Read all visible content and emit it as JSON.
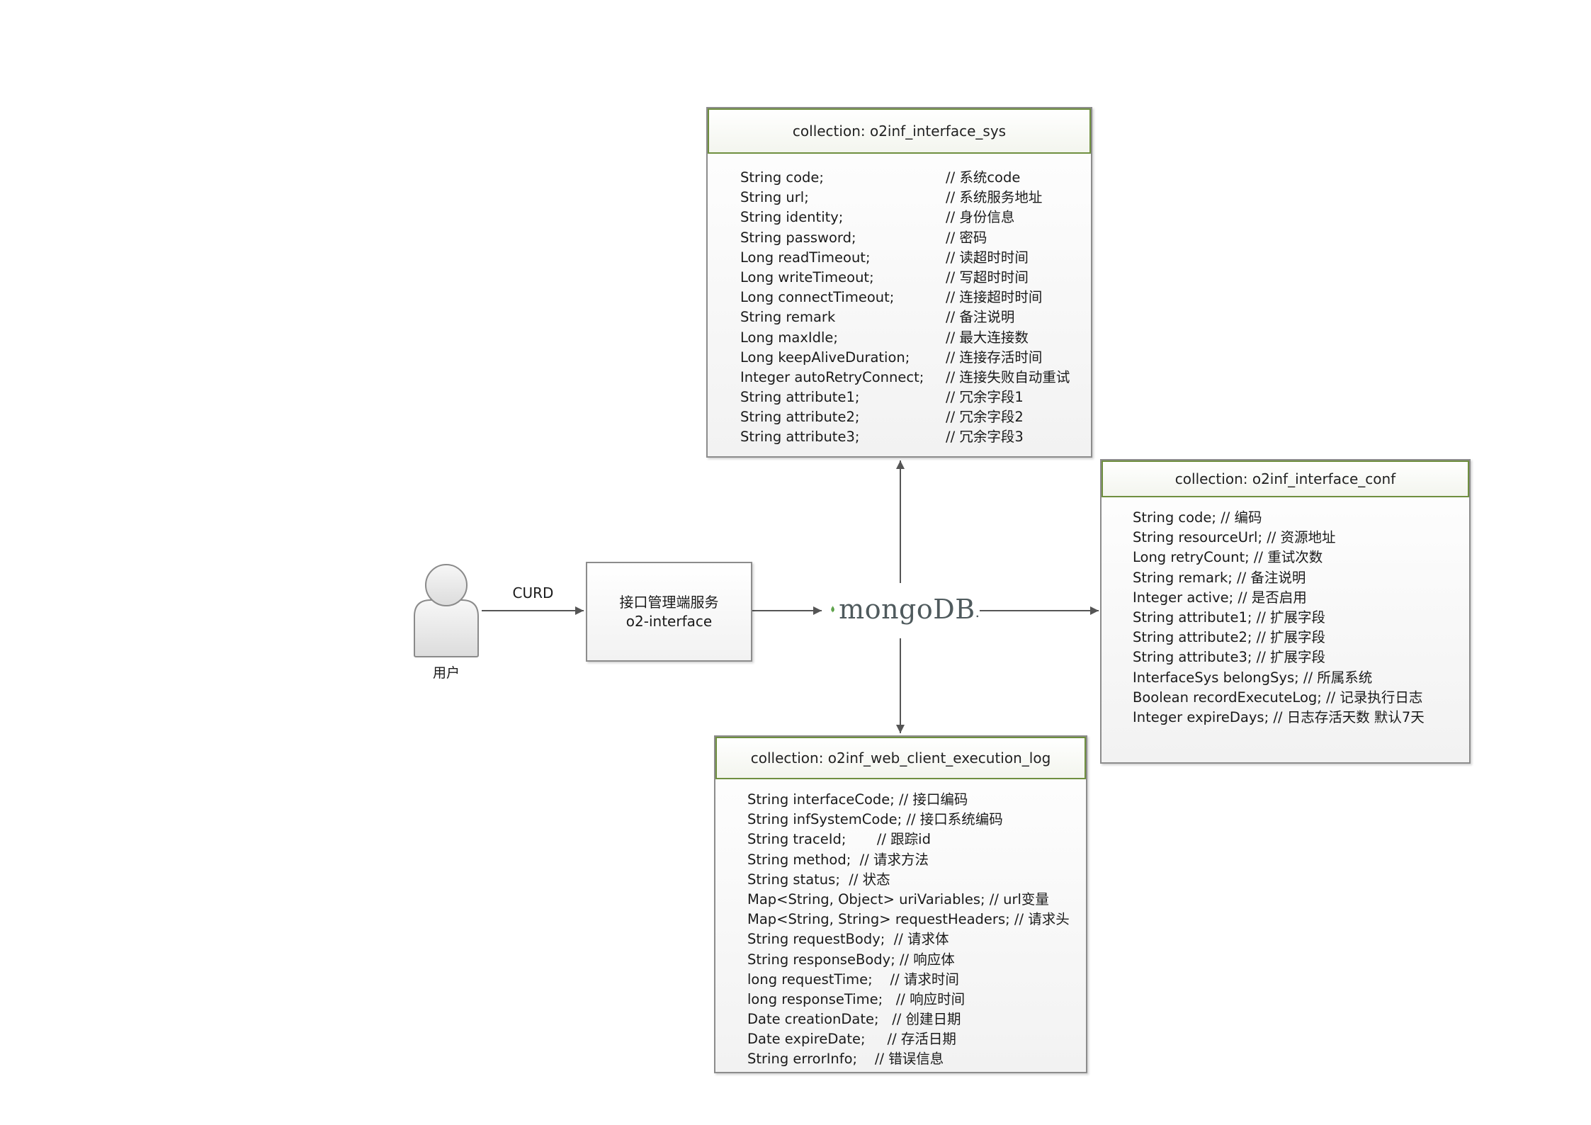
{
  "user": {
    "label": "用户"
  },
  "edge_label": "CURD",
  "service": {
    "line1": "接口管理端服务",
    "line2": "o2-interface"
  },
  "database": {
    "logo_text": "mongoDB",
    "logo_suffix": "."
  },
  "collections": {
    "sys": {
      "title": "collection:  o2inf_interface_sys",
      "fields": [
        {
          "decl": "String code;",
          "comment": "// 系统code"
        },
        {
          "decl": "String url;",
          "comment": "// 系统服务地址"
        },
        {
          "decl": "String identity;",
          "comment": "// 身份信息"
        },
        {
          "decl": "String password;",
          "comment": "// 密码"
        },
        {
          "decl": "Long readTimeout;",
          "comment": "// 读超时时间"
        },
        {
          "decl": "Long writeTimeout;",
          "comment": "// 写超时时间"
        },
        {
          "decl": "Long connectTimeout;",
          "comment": "// 连接超时时间"
        },
        {
          "decl": "String remark",
          "comment": "// 备注说明"
        },
        {
          "decl": "Long maxIdle;",
          "comment": "// 最大连接数"
        },
        {
          "decl": "Long keepAliveDuration;",
          "comment": "// 连接存活时间"
        },
        {
          "decl": "Integer autoRetryConnect;",
          "comment": "// 连接失败自动重试"
        },
        {
          "decl": "String attribute1;",
          "comment": "// 冗余字段1"
        },
        {
          "decl": "String attribute2;",
          "comment": "// 冗余字段2"
        },
        {
          "decl": "String attribute3;",
          "comment": "// 冗余字段3"
        }
      ]
    },
    "conf": {
      "title": "collection:  o2inf_interface_conf",
      "fields": [
        "String code; // 编码",
        "String resourceUrl; // 资源地址",
        "Long retryCount; // 重试次数",
        "String remark; // 备注说明",
        "Integer active; // 是否启用",
        "String attribute1; // 扩展字段",
        "String attribute2; // 扩展字段",
        "String attribute3; // 扩展字段",
        "InterfaceSys belongSys; // 所属系统",
        "Boolean recordExecuteLog; // 记录执行日志",
        "Integer expireDays; // 日志存活天数 默认7天"
      ]
    },
    "log": {
      "title": "collection: o2inf_web_client_execution_log",
      "fields": [
        "String interfaceCode; // 接口编码",
        "String infSystemCode; // 接口系统编码",
        "String traceId;       // 跟踪id",
        "String method;  // 请求方法",
        "String status;  // 状态",
        "Map<String, Object> uriVariables; // url变量",
        "Map<String, String> requestHeaders; // 请求头",
        "String requestBody;  // 请求体",
        "String responseBody; // 响应体",
        "long requestTime;    // 请求时间",
        "long responseTime;   // 响应时间",
        "Date creationDate;   // 创建日期",
        "Date expireDate;     // 存活日期",
        "String errorInfo;    // 错误信息"
      ]
    }
  },
  "colors": {
    "header_border": "#6f8f3f",
    "box_border": "#8c8c8c",
    "connector": "#555555",
    "mongo_leaf": "#4f9a3a",
    "mongo_text": "#4f5a5d"
  }
}
